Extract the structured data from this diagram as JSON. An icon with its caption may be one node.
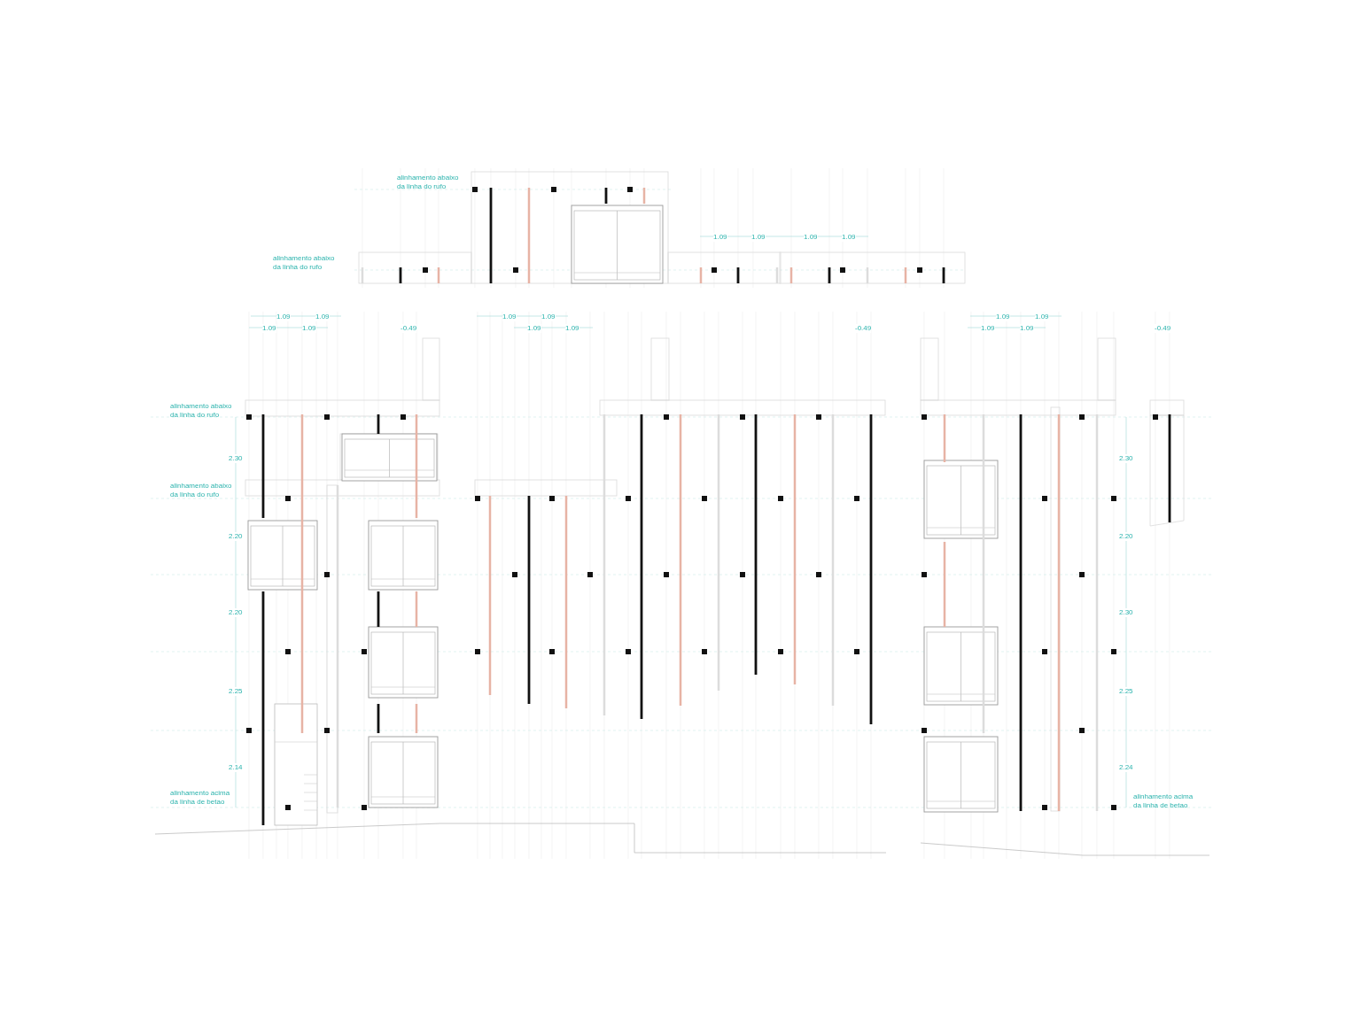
{
  "diagram": {
    "labels": [
      "alinhamento abaixo da linha do rufo",
      "1.09",
      "1.09",
      "1.09",
      "1.09",
      "alinhamento abaixo da linha do rufo",
      "1.09",
      "1.09",
      "1.09",
      "1.09",
      "1.09",
      "1.09",
      "1.09",
      "1.09",
      "-0.49",
      "1.09",
      "1.09",
      "-0.49",
      "1.09",
      "1.09",
      "-0.49",
      "alinhamento abaixo da linha do rufo",
      "2.30",
      "2.30",
      "alinhamento abaixo da linha do rufo",
      "2.20",
      "2.20",
      "2.20",
      "2.30",
      "2.25",
      "2.25",
      "2.14",
      "2.24",
      "alinhamento acima da linha de betao",
      "alinhamento acima da linha de betao"
    ]
  }
}
